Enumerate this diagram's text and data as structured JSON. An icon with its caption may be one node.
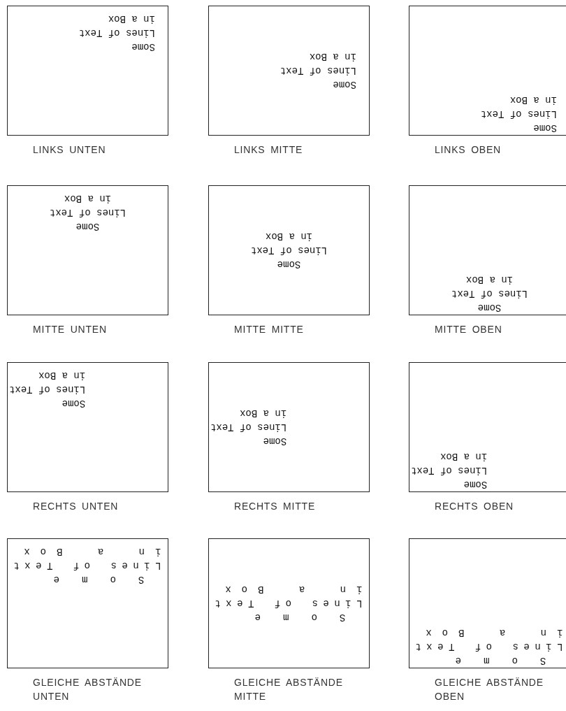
{
  "diagram": {
    "nodes": [
      {
        "text": [
          "Some Lines of Text in a Box"
        ],
        "beside": [
          "LINKS UNTEN"
        ]
      },
      {
        "text": [
          "Some Lines of Text in a Box"
        ],
        "beside": [
          "LINKS MITTE"
        ]
      },
      {
        "text": [
          "Some Lines of Text in a Box"
        ],
        "beside": [
          "LINKS OBEN"
        ]
      },
      {
        "text": [
          "Some Lines of Text in a Box"
        ],
        "beside": [
          "MITTE UNTEN"
        ]
      },
      {
        "text": [
          "Some Lines of Text in a Box"
        ],
        "beside": [
          "MITTE MITTE"
        ]
      },
      {
        "text": [
          "Some Lines of Text in a Box"
        ],
        "beside": [
          "MITTE OBEN"
        ]
      },
      {
        "text": [
          "Some Lines of Text in a Box"
        ],
        "beside": [
          "RECHTS UNTEN"
        ]
      },
      {
        "text": [
          "Some Lines of Text in a Box"
        ],
        "beside": [
          "RECHTS MITTE"
        ]
      },
      {
        "text": [
          "Some Lines of Text in a Box"
        ],
        "beside": [
          "RECHTS OBEN"
        ]
      },
      {
        "text": [
          "Some Lines of Text in a Box"
        ],
        "beside": [
          "GLEICHE ABSTÄNDE UNTEN"
        ]
      },
      {
        "text": [
          "Some Lines of Text in a Box"
        ],
        "beside": [
          "GLEICHE ABSTÄNDE MITTE"
        ]
      },
      {
        "text": [
          "Some Lines of Text in a Box"
        ],
        "beside": [
          "GLEICHE ABSTÄNDE OBEN"
        ]
      }
    ]
  }
}
